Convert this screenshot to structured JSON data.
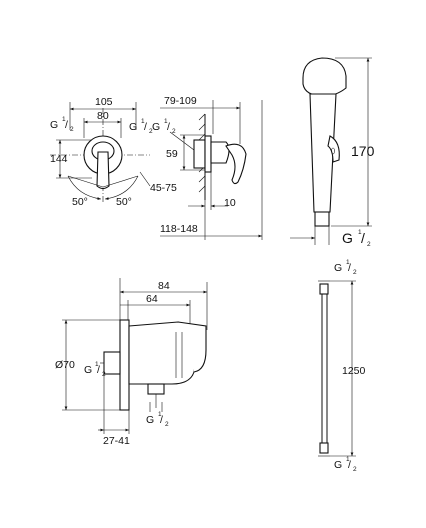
{
  "front_view": {
    "dim_width": "105",
    "dim_plate": "80",
    "dim_height": "144",
    "thread_left": "G 1/2",
    "thread_right": "G 1/2",
    "angle_left": "50°",
    "angle_right": "50°",
    "angle_range": "45-75"
  },
  "side_view": {
    "dim_top": "79-109",
    "dim_mid": "59",
    "dim_plate": "10",
    "dim_bottom": "118-148",
    "thread": "G 1/2"
  },
  "spray_head": {
    "dim_length": "170",
    "thread": "G 1/2"
  },
  "wall_elbow": {
    "dim_total": "84",
    "dim_body": "64",
    "dim_diameter": "Ø70",
    "dim_depth": "27-41",
    "thread_side": "G 1/2",
    "thread_bottom": "G 1/2"
  },
  "hose": {
    "thread_top": "G 1/2",
    "dim_length": "1250",
    "thread_bottom": "G 1/2"
  }
}
